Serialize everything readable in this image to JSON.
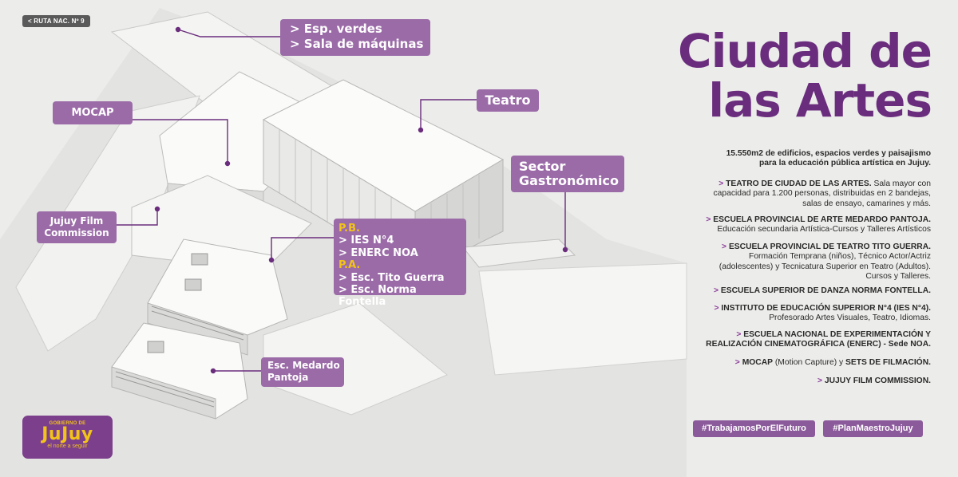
{
  "route_tag": "< RUTA NAC. Nº 9",
  "title": {
    "line1": "Ciudad de",
    "line2": "las Artes"
  },
  "callouts": {
    "esp_verdes": [
      "> Esp. verdes",
      "> Sala de máquinas"
    ],
    "teatro": "Teatro",
    "mocap": "MOCAP",
    "sector_gastronomico": [
      "Sector",
      "Gastronómico"
    ],
    "jujuy_film": [
      "Jujuy Film",
      "Commission"
    ],
    "levels": {
      "pb_label": "P.B.",
      "pb_items": [
        "> IES N°4",
        "> ENERC NOA"
      ],
      "pa_label": "P.A.",
      "pa_items": [
        "> Esc. Tito Guerra",
        "> Esc. Norma Fontella"
      ]
    },
    "medardo": [
      "Esc. Medardo",
      "Pantoja"
    ]
  },
  "info": {
    "intro": [
      "15.550m2 de edificios, espacios verdes y paisajismo",
      "para la educación pública artística en Jujuy."
    ],
    "items": [
      {
        "head": "TEATRO DE CIUDAD DE LAS ARTES.",
        "lines": [
          " Sala mayor con",
          "capacidad para 1.200 personas, distribuidas en 2 bandejas,",
          "salas de ensayo, camarines y más."
        ]
      },
      {
        "head": "ESCUELA PROVINCIAL DE ARTE MEDARDO PANTOJA.",
        "lines": [
          "",
          "Educación secundaria Artística-Cursos y Talleres Artísticos"
        ]
      },
      {
        "head": "ESCUELA PROVINCIAL DE TEATRO TITO GUERRA.",
        "lines": [
          "",
          "Formación Temprana (niños), Técnico Actor/Actriz",
          "(adolescentes) y Tecnicatura Superior en Teatro (Adultos).",
          "Cursos y Talleres."
        ]
      },
      {
        "head": "ESCUELA SUPERIOR DE DANZA NORMA FONTELLA.",
        "lines": [
          ""
        ]
      },
      {
        "head": "INSTITUTO DE EDUCACIÓN SUPERIOR N°4 (IES N°4).",
        "lines": [
          "",
          "Profesorado Artes Visuales, Teatro, Idiomas."
        ]
      },
      {
        "head": "ESCUELA NACIONAL DE EXPERIMENTACIÓN Y",
        "lines": [
          "REALIZACIÓN CINEMATOGRÁFICA (ENERC) - Sede NOA."
        ]
      },
      {
        "head": "MOCAP",
        "mid": " (Motion Capture) y ",
        "tail": "SETS DE FILMACIÓN.",
        "lines": []
      },
      {
        "head": "JUJUY FILM COMMISSION.",
        "lines": []
      }
    ]
  },
  "hashtags": [
    "#TrabajamosPorElFuturo",
    "#PlanMaestroJujuy"
  ],
  "logo": {
    "top": "GOBIERNO DE",
    "name": "JuJuy",
    "slogan": "el norte a seguir"
  },
  "colors": {
    "purple_dark": "#6a2d7d",
    "purple_callout": "#9b6ba8",
    "yellow": "#f2c318",
    "background": "#ececea"
  }
}
